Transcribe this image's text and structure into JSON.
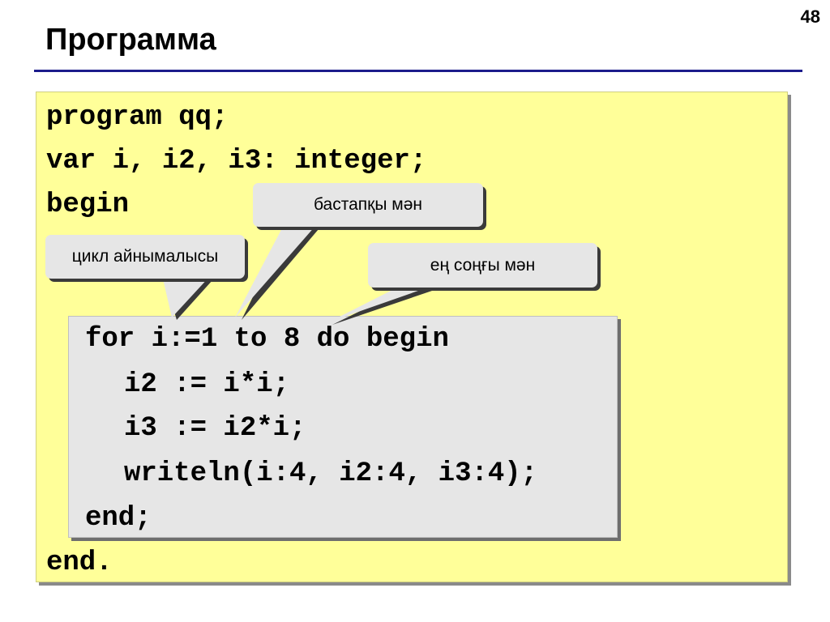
{
  "slide": {
    "number": "48",
    "title": "Программа"
  },
  "code": {
    "lines": [
      "program qq;",
      "var i, i2, i3: integer;",
      "begin",
      "for i:=1 to 8 do begin",
      "i2 := i*i;",
      "i3 := i2*i;",
      "writeln(i:4, i2:4, i3:4);",
      "end;",
      "end."
    ]
  },
  "callouts": {
    "start_value": "бастапқы мән",
    "loop_variable": "цикл айнымалысы",
    "end_value": "ең соңғы мән"
  },
  "colors": {
    "outer_box": "#ffff99",
    "inner_box": "#e6e6e6",
    "rule": "#1c1c8c"
  }
}
